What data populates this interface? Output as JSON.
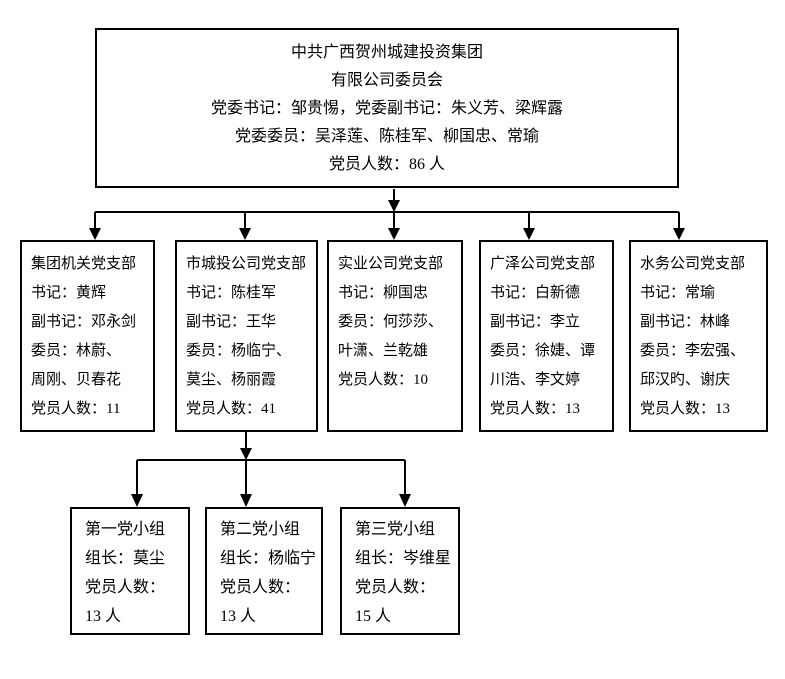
{
  "root": {
    "lines": [
      "中共广西贺州城建投资集团",
      "有限公司委员会",
      "党委书记：邹贵惕，党委副书记：朱义芳、梁辉露",
      "党委委员：吴泽莲、陈桂军、柳国忠、常瑜",
      "党员人数：86 人"
    ]
  },
  "branches": [
    {
      "name": "集团机关党支部",
      "lines": [
        "集团机关党支部",
        "书记：黄辉",
        "副书记：邓永剑",
        "委员：林蔚、",
        "周刚、贝春花",
        "党员人数：11"
      ]
    },
    {
      "name": "市城投公司党支部",
      "lines": [
        "市城投公司党支部",
        "书记：陈桂军",
        "副书记：王华",
        "委员：杨临宁、",
        "莫尘、杨丽霞",
        "党员人数：41"
      ]
    },
    {
      "name": "实业公司党支部",
      "lines": [
        "实业公司党支部",
        "书记：柳国忠",
        "委员：何莎莎、",
        "叶潇、兰乾雄",
        "党员人数：10"
      ]
    },
    {
      "name": "广泽公司党支部",
      "lines": [
        "广泽公司党支部",
        "书记：白新德",
        "副书记：李立",
        "委员：徐婕、谭",
        "川浩、李文婷",
        "党员人数：13"
      ]
    },
    {
      "name": "水务公司党支部",
      "lines": [
        "水务公司党支部",
        "书记：常瑜",
        "副书记：林峰",
        "委员：李宏强、",
        "邱汉旳、谢庆",
        "党员人数：13"
      ]
    }
  ],
  "groups": [
    {
      "name": "第一党小组",
      "lines": [
        "第一党小组",
        "组长：莫尘",
        "党员人数：",
        "13 人"
      ]
    },
    {
      "name": "第二党小组",
      "lines": [
        "第二党小组",
        "组长：杨临宁",
        "党员人数：",
        "13 人"
      ]
    },
    {
      "name": "第三党小组",
      "lines": [
        "第三党小组",
        "组长：岑维星",
        "党员人数：",
        "15 人"
      ]
    }
  ],
  "colors": {
    "line": "#000000",
    "border": "#000000",
    "background": "#ffffff"
  }
}
